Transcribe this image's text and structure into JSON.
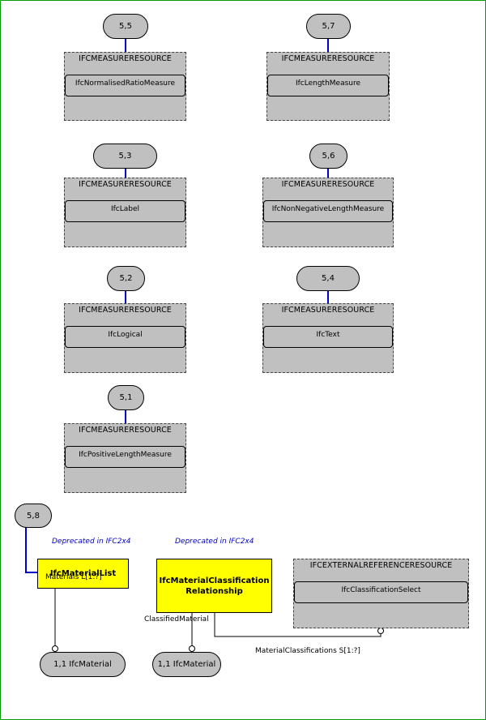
{
  "refs": {
    "r55": "5,5",
    "r57": "5,7",
    "r53": "5,3",
    "r56": "5,6",
    "r52": "5,2",
    "r54": "5,4",
    "r51": "5,1",
    "r58": "5,8"
  },
  "resources": {
    "measure_schema": "IFCMEASURERESOURCE",
    "external_schema": "IFCEXTERNALREFERENCERESOURCE",
    "normalised_ratio": "IfcNormalisedRatioMeasure",
    "length": "IfcLengthMeasure",
    "label": "IfcLabel",
    "non_negative_length": "IfcNonNegativeLengthMeasure",
    "logical": "IfcLogical",
    "text": "IfcText",
    "positive_length": "IfcPositiveLengthMeasure",
    "classification_select": "IfcClassificationSelect"
  },
  "entities": {
    "material_list": "IfcMaterialList",
    "material_classification_relationship": "IfcMaterialClassificationRelationship",
    "deprecated_note": "Deprecated in IFC2x4"
  },
  "attributes": {
    "materials": "Materials L[1:?]",
    "classified_material": "ClassifiedMaterial",
    "material_classifications": "MaterialClassifications S[1:?]"
  },
  "material_refs": {
    "left": "1,1 IfcMaterial",
    "right": "1,1 IfcMaterial"
  }
}
